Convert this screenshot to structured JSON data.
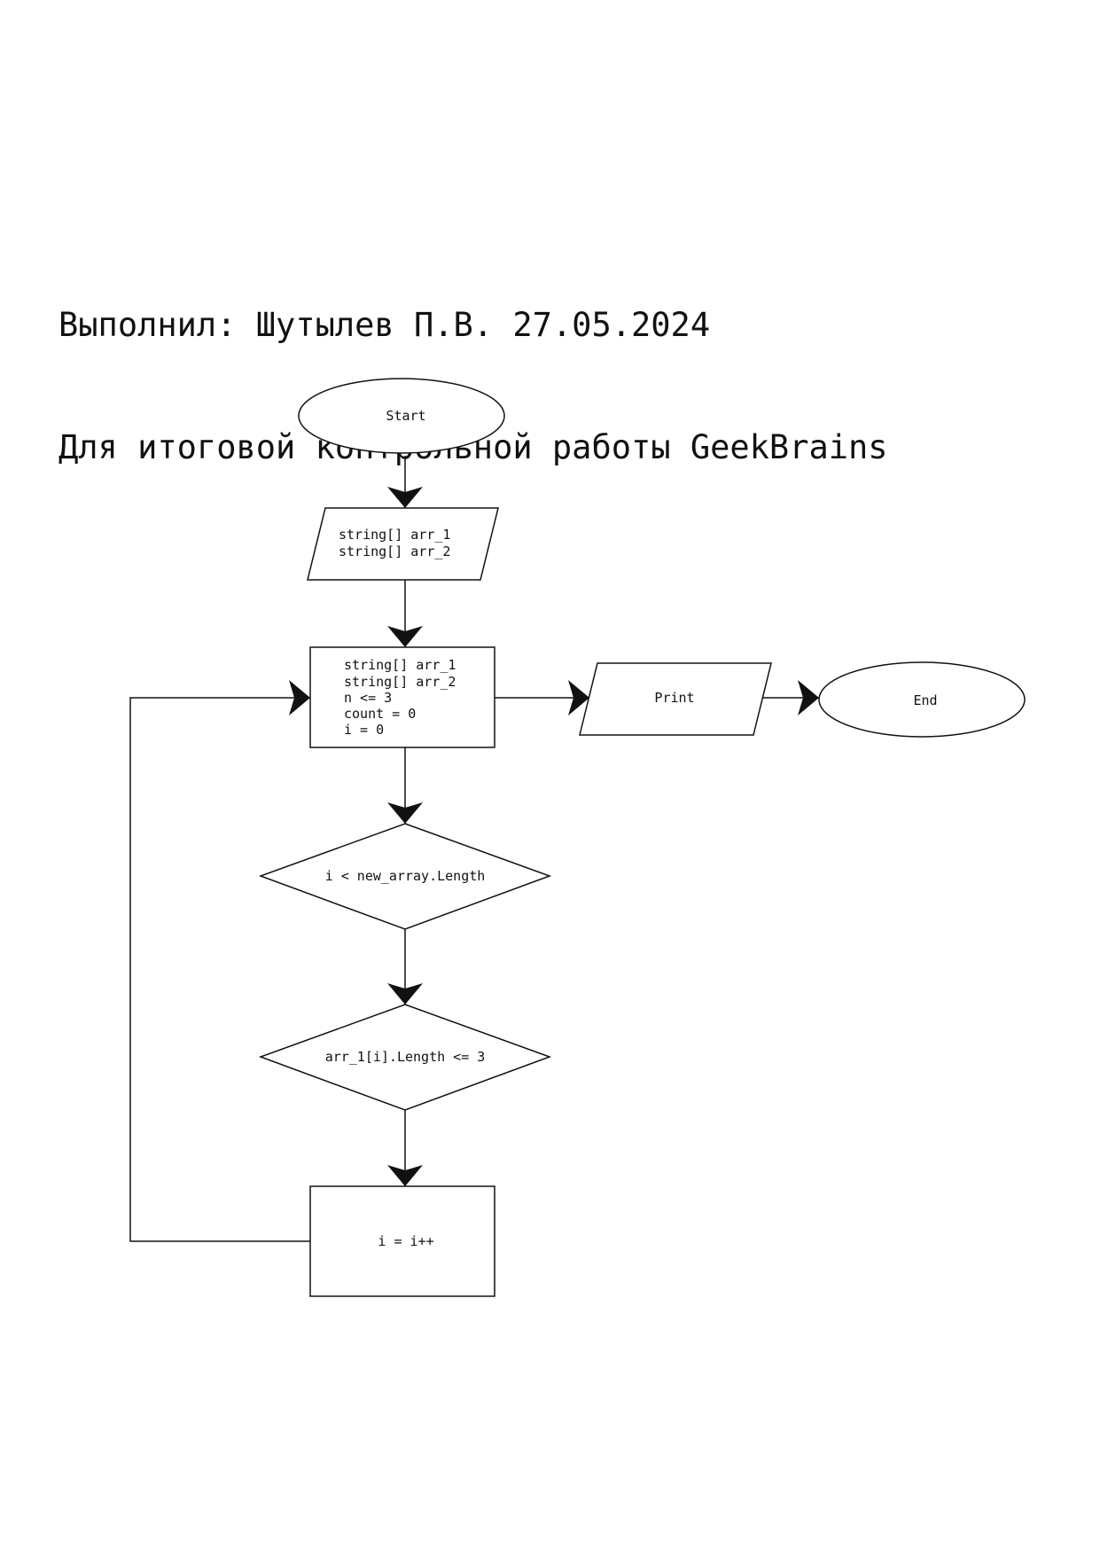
{
  "header": {
    "line1": "Выполнил: Шутылев П.В. 27.05.2024",
    "line2": "Для итоговой контрольной работы GeekBrains"
  },
  "nodes": {
    "start": "Start",
    "input_lines": [
      "string[] arr_1",
      "string[] arr_2"
    ],
    "init_lines": [
      "string[] arr_1",
      "string[] arr_2",
      "n <= 3",
      "count = 0",
      "i = 0"
    ],
    "print": "Print",
    "end": "End",
    "cond1": "i < new_array.Length",
    "cond2": "arr_1[i].Length <= 3",
    "increment": "i = i++"
  }
}
